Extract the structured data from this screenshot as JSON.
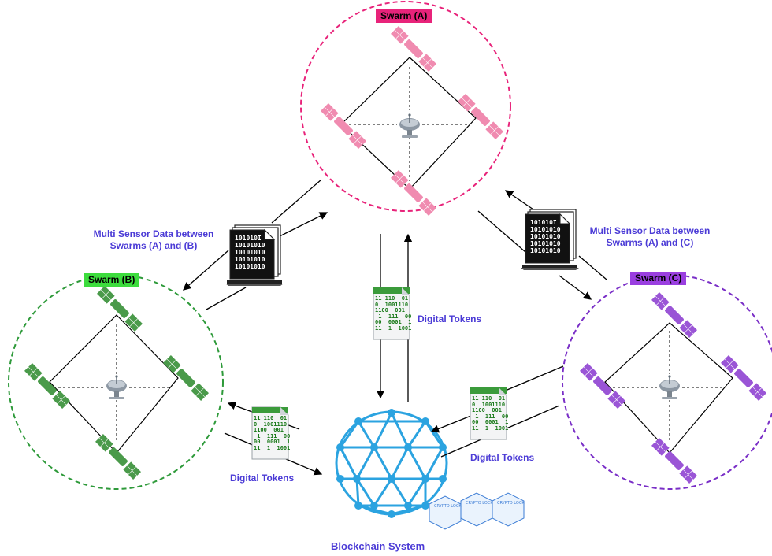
{
  "swarms": [
    {
      "id": "A",
      "label": "Swarm  (A)",
      "color": "#e8237a",
      "tag_bg": "#e8237a",
      "sat_body": "#f08bb0",
      "sat_panel": "#f5a6c6"
    },
    {
      "id": "B",
      "label": "Swarm  (B)",
      "color": "#2e9a3a",
      "tag_bg": "#3ddc3d",
      "sat_body": "#4a9a4a",
      "sat_panel": "#8fd3c8"
    },
    {
      "id": "C",
      "label": "Swarm  (C)",
      "color": "#7a2fc7",
      "tag_bg": "#9a3fe0",
      "sat_body": "#9a55d6",
      "sat_panel": "#c29ae8"
    }
  ],
  "labels": {
    "sensor_ab": "Multi Sensor Data between Swarms (A) and (B)",
    "sensor_ac": "Multi Sensor Data between Swarms (A) and (C)",
    "tokens_center": "Digital Tokens",
    "tokens_left": "Digital Tokens",
    "tokens_right": "Digital Tokens",
    "blockchain": "Blockchain System"
  },
  "binary_text": "11 110  01\n0  1001110\n1100  001\n 1  111  00\n00  0001  1\n11  1  1001",
  "data_file_text": "101010I\n10101010\n10101010\n10101010\n10101010",
  "lock_text": "CRYPTO LOCK",
  "icons": [
    "satellite-icon",
    "ground-antenna-icon",
    "data-terminal-icon",
    "token-document-icon",
    "blockchain-network-icon",
    "crypto-lock-icon"
  ]
}
